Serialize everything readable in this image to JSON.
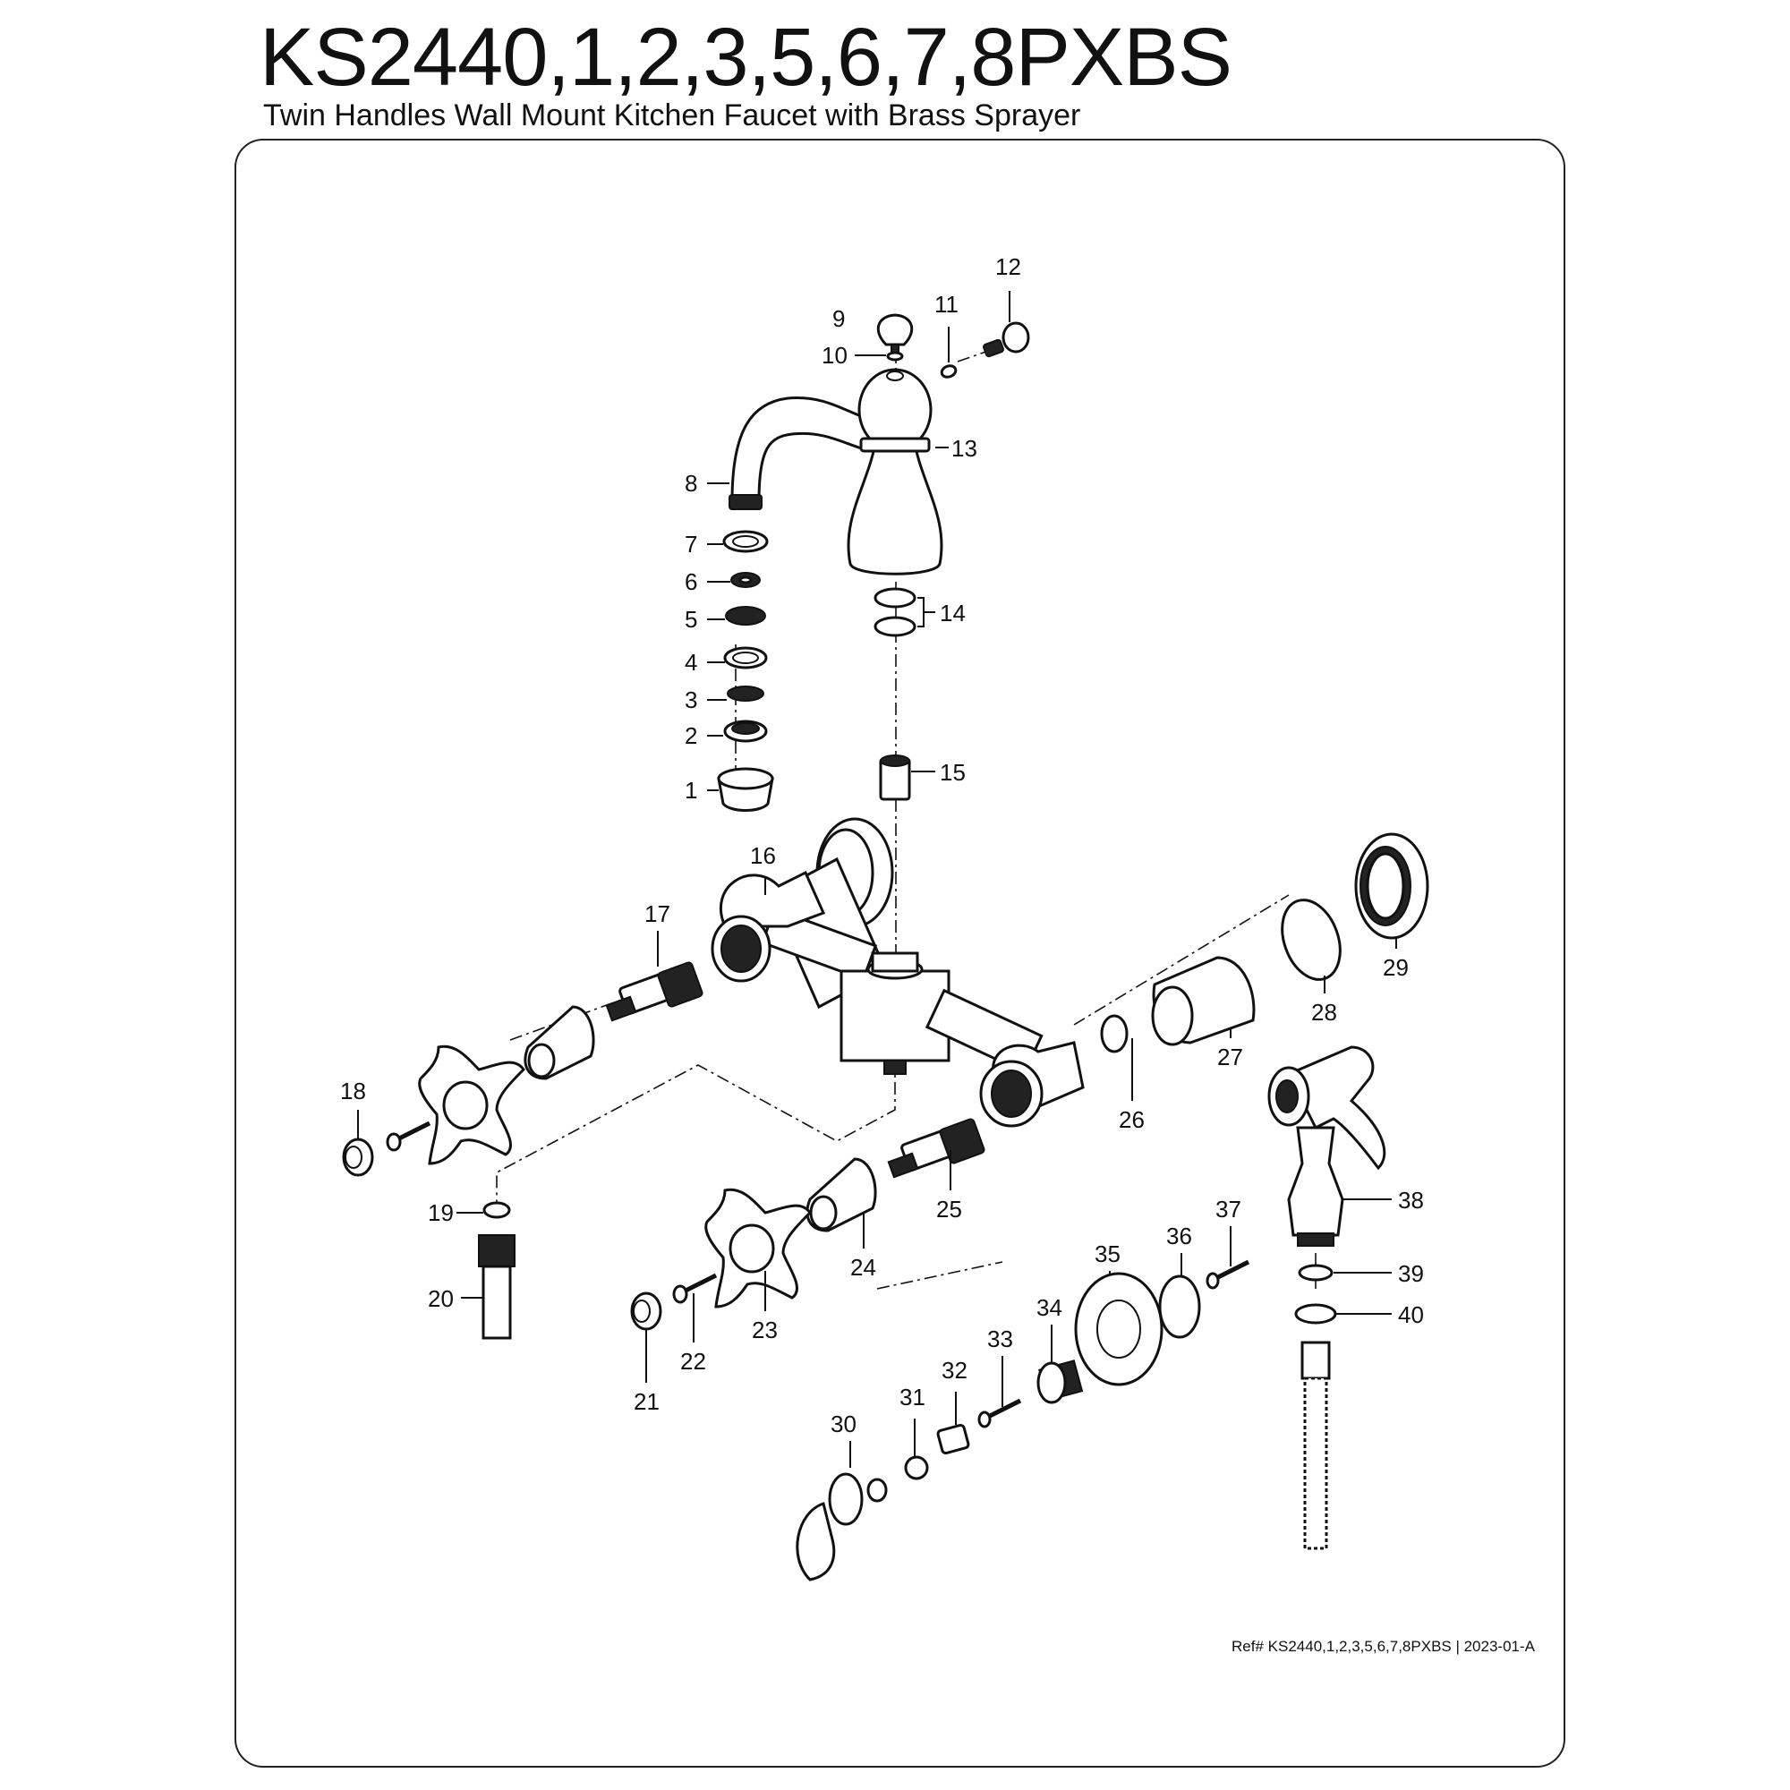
{
  "header": {
    "title": "KS2440,1,2,3,5,6,7,8PXBS",
    "subtitle": "Twin Handles Wall Mount Kitchen Faucet with Brass Sprayer"
  },
  "footer": {
    "reference": "Ref# KS2440,1,2,3,5,6,7,8PXBS | 2023-01-A"
  },
  "callouts": [
    "1",
    "2",
    "3",
    "4",
    "5",
    "6",
    "7",
    "8",
    "9",
    "10",
    "11",
    "12",
    "13",
    "14",
    "15",
    "16",
    "17",
    "18",
    "19",
    "20",
    "21",
    "22",
    "23",
    "24",
    "25",
    "26",
    "27",
    "28",
    "29",
    "30",
    "31",
    "32",
    "33",
    "34",
    "35",
    "36",
    "37",
    "38",
    "39",
    "40"
  ]
}
